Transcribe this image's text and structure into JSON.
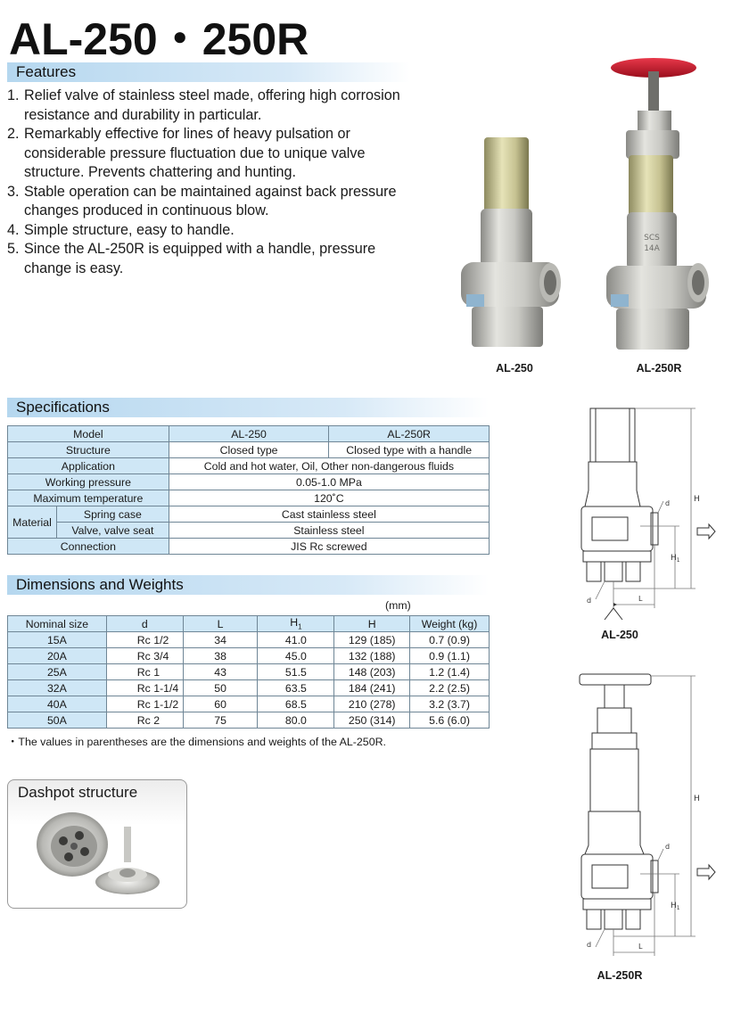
{
  "title": "AL-250・250R",
  "features": {
    "heading": "Features",
    "items": [
      {
        "num": "1.",
        "text": "Relief valve of stainless steel made, offering high corrosion resistance and durability in particular."
      },
      {
        "num": "2.",
        "text": "Remarkably effective for lines of heavy pulsation or considerable pressure fluctuation due to unique valve structure. Prevents chattering and hunting."
      },
      {
        "num": "3.",
        "text": "Stable operation can be maintained against back pressure changes produced in continuous blow."
      },
      {
        "num": "4.",
        "text": "Simple structure, easy to handle."
      },
      {
        "num": "5.",
        "text": "Since the AL-250R is equipped with a handle, pressure change is easy."
      }
    ]
  },
  "photos": {
    "left_caption": "AL-250",
    "right_caption": "AL-250R",
    "stamp": "SCS 14A"
  },
  "specifications": {
    "heading": "Specifications",
    "model_label": "Model",
    "model_a": "AL-250",
    "model_b": "AL-250R",
    "structure_label": "Structure",
    "structure_a": "Closed type",
    "structure_b": "Closed type with a handle",
    "application_label": "Application",
    "application": "Cold and hot water, Oil, Other non-dangerous fluids",
    "pressure_label": "Working pressure",
    "pressure": "0.05-1.0 MPa",
    "temp_label": "Maximum temperature",
    "temp": "120˚C",
    "material_label": "Material",
    "spring_label": "Spring case",
    "spring": "Cast stainless steel",
    "valve_label": "Valve, valve seat",
    "valve": "Stainless steel",
    "connection_label": "Connection",
    "connection": "JIS Rc screwed"
  },
  "dimensions": {
    "heading": "Dimensions and Weights",
    "unit": "(mm)",
    "columns": {
      "size": "Nominal size",
      "d": "d",
      "L": "L",
      "H1": "H",
      "H1_sub": "1",
      "H": "H",
      "W": "Weight (kg)"
    },
    "rows": [
      {
        "size": "15A",
        "d": "Rc 1/2",
        "L": "34",
        "H1": "41.0",
        "H": "129 (185)",
        "W": "0.7 (0.9)"
      },
      {
        "size": "20A",
        "d": "Rc 3/4",
        "L": "38",
        "H1": "45.0",
        "H": "132 (188)",
        "W": "0.9 (1.1)"
      },
      {
        "size": "25A",
        "d": "Rc 1",
        "L": "43",
        "H1": "51.5",
        "H": "148 (203)",
        "W": "1.2 (1.4)"
      },
      {
        "size": "32A",
        "d": "Rc 1-1/4",
        "L": "50",
        "H1": "63.5",
        "H": "184 (241)",
        "W": "2.2 (2.5)"
      },
      {
        "size": "40A",
        "d": "Rc 1-1/2",
        "L": "60",
        "H1": "68.5",
        "H": "210 (278)",
        "W": "3.2 (3.7)"
      },
      {
        "size": "50A",
        "d": "Rc 2",
        "L": "75",
        "H1": "80.0",
        "H": "250 (314)",
        "W": "5.6 (6.0)"
      }
    ],
    "note": "・The values in parentheses are the dimensions and weights of the AL-250R."
  },
  "dashpot": {
    "heading": "Dashpot structure"
  },
  "drawings": {
    "top_caption": "AL-250",
    "bottom_caption": "AL-250R",
    "label_H": "H",
    "label_H1": "H",
    "label_H1_sub": "1",
    "label_d": "d",
    "label_L": "L"
  },
  "colors": {
    "section_bar": "#b5d7ef",
    "table_header": "#cfe7f6",
    "handle_red": "#c8102e"
  }
}
